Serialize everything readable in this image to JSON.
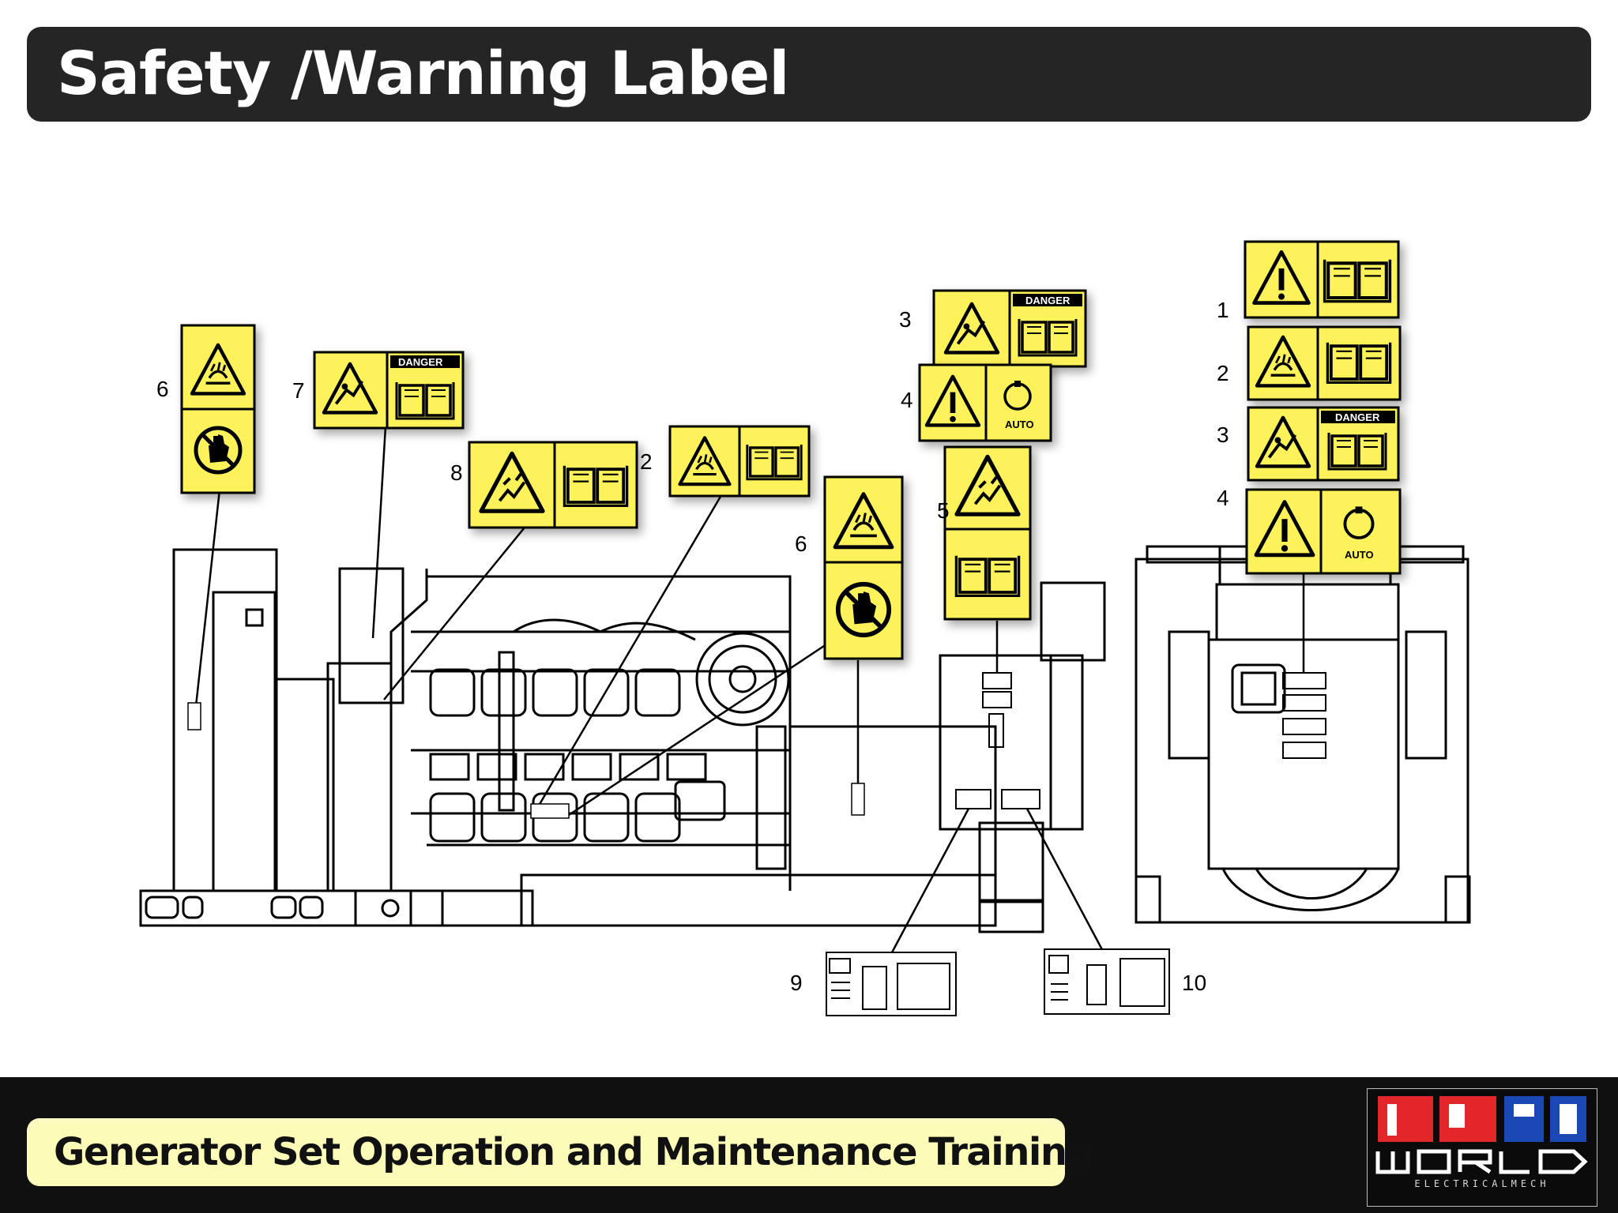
{
  "header": {
    "title": "Safety /Warning Label"
  },
  "footer": {
    "training_title": "Generator Set Operation and Maintenance Training"
  },
  "logo": {
    "name": "WORLD",
    "tagline": "ELECTRICALMECH"
  },
  "labels": {
    "danger_word": "DANGER",
    "auto_word": "AUTO",
    "callouts": {
      "left_6": "6",
      "left_7": "7",
      "left_8": "8",
      "mid_2": "2",
      "mid_3": "3",
      "mid_4": "4",
      "mid_5": "5",
      "mid_6": "6",
      "bottom_9": "9",
      "bottom_10": "10",
      "right_1": "1",
      "right_2": "2",
      "right_3": "3",
      "right_4": "4"
    }
  },
  "colors": {
    "label_yellow": "#fdf25a",
    "bar_dark": "#252525",
    "footer_pill": "#fdfbb8"
  }
}
